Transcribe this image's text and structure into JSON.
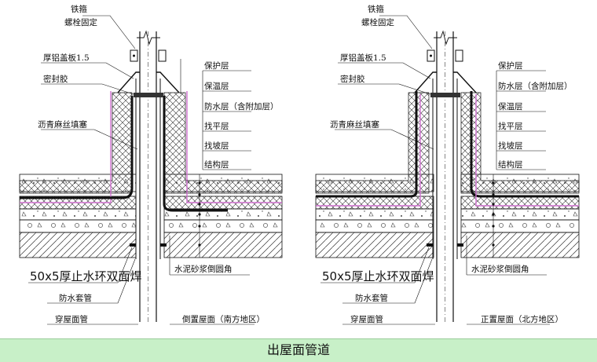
{
  "left": {
    "top1": "铁箍",
    "top2": "螺栓固定",
    "plate": "厚铝盖板1.5",
    "seal": "密封胶",
    "filler": "沥青麻丝填塞",
    "layers": [
      "保护层",
      "保温层",
      "防水层（含附加层）",
      "找平层",
      "找坡层",
      "结构层"
    ],
    "weld": "50x5厚止水环双面焊",
    "sleeve": "防水套管",
    "pipe": "穿屋面管",
    "mortar": "水泥砂浆倒圆角",
    "caption": "倒置屋面（南方地区）"
  },
  "right": {
    "top1": "铁箍",
    "top2": "螺栓固定",
    "plate": "厚铝盖板1.5",
    "seal": "密封胶",
    "filler": "沥青麻丝填塞",
    "layers": [
      "保护层",
      "防水层（含附加层）",
      "保温层",
      "找平层",
      "找坡层",
      "结构层"
    ],
    "weld": "50x5厚止水环双面焊",
    "sleeve": "防水套管",
    "pipe": "穿屋面管",
    "mortar": "水泥砂浆倒圆角",
    "caption": "正置屋面（北方地区）"
  },
  "footer": {
    "title": "出屋面管道"
  },
  "colors": {
    "line": "#111111",
    "membrane": "#d070d0",
    "footer_bg": "#c8f0c8"
  }
}
